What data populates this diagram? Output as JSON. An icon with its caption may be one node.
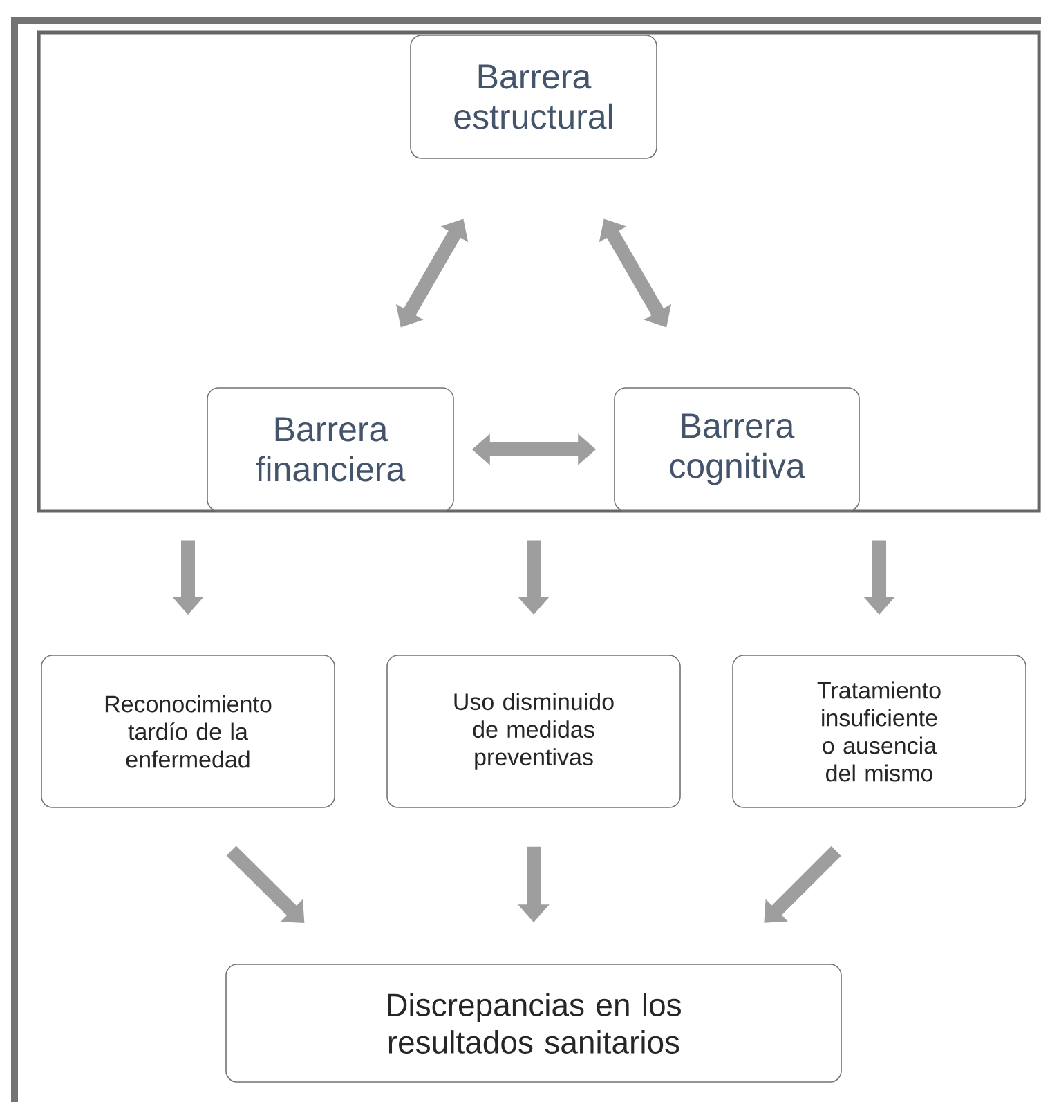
{
  "diagram": {
    "nodes": [
      {
        "text": [],
        "shape": "box"
      },
      {
        "text": [
          "Barrera estructural"
        ],
        "in": 0
      },
      {
        "text": [
          "Barrera financiera"
        ],
        "in": 0
      },
      {
        "text": [
          "Barrera cognitiva"
        ],
        "in": 0
      },
      {
        "text": [
          "Reconocimiento tardío de la enfermedad"
        ]
      },
      {
        "text": [
          "Uso disminuido de medidas preventivas"
        ]
      },
      {
        "text": [
          "Tratamiento insuficiente o ausencia del mismo"
        ]
      },
      {
        "text": [
          "Discrepancias en los resultados sanitarios"
        ]
      }
    ],
    "edges": [
      {
        "from": 1,
        "to": 2,
        "arrow": "both"
      },
      {
        "from": 1,
        "to": 3,
        "arrow": "both"
      },
      {
        "from": 2,
        "to": 3,
        "arrow": "both"
      },
      {
        "from": 0,
        "to": 4,
        "arrow": "to"
      },
      {
        "from": 0,
        "to": 5,
        "arrow": "to"
      },
      {
        "from": 0,
        "to": 6,
        "arrow": "to"
      },
      {
        "from": 4,
        "to": 7,
        "arrow": "to"
      },
      {
        "from": 5,
        "to": 7,
        "arrow": "to"
      },
      {
        "from": 6,
        "to": 7,
        "arrow": "to"
      }
    ]
  }
}
